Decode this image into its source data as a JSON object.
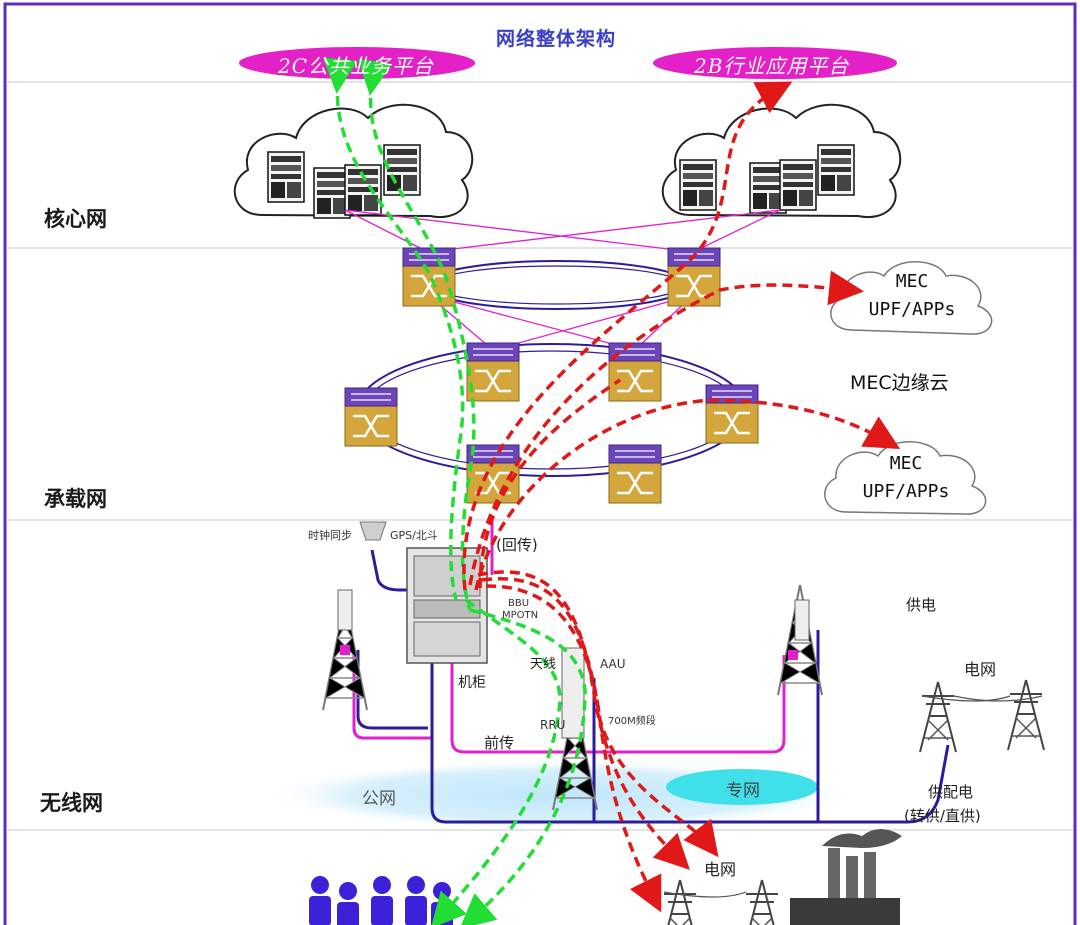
{
  "title": "网络整体架构",
  "layers": {
    "core": "核心网",
    "bearer": "承载网",
    "wireless": "无线网"
  },
  "platforms": {
    "consumer": "2C公共业务平台",
    "industry": "2B行业应用平台"
  },
  "mec": {
    "upper_line1": "MEC",
    "upper_line2": "UPF/APPs",
    "edge_cloud": "MEC边缘云",
    "lower_line1": "MEC",
    "lower_line2": "UPF/APPs"
  },
  "labels": {
    "clock_sync": "时钟同步",
    "gps": "GPS/北斗",
    "backhaul": "(回传)",
    "bbu": "BBU",
    "mpotn": "MPOTN",
    "cabinet": "机柜",
    "antenna": "天线",
    "aau": "AAU",
    "rru": "RRU",
    "band": "700M频段",
    "fronthaul": "前传",
    "power_supply": "供电",
    "power_grid": "电网",
    "power_distribution": "供配电",
    "power_mode": "(转供/直供)",
    "public_network": "公网",
    "private_network": "专网",
    "power_grid_bottom": "电网"
  },
  "colors": {
    "frame": "#5b2db8",
    "pink_link": "#e020d0",
    "ring": "#2c1c9c",
    "green_flow": "#22dd33",
    "red_flow": "#e01818",
    "switch_body": "#d4a53a",
    "switch_top": "#6c46b8",
    "platform": "#e420c8"
  }
}
